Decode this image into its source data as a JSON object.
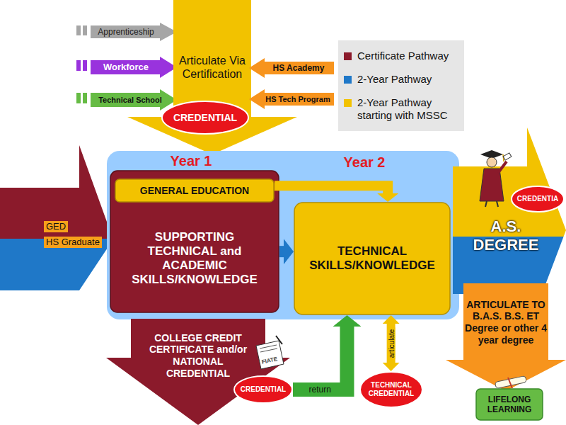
{
  "diagram": {
    "nodes": [
      {
        "text": [
          "Apprenticeship"
        ]
      },
      {
        "text": [
          "Workforce"
        ]
      },
      {
        "text": [
          "Technical School"
        ]
      },
      {
        "text": [
          "Articulate Via Certification"
        ]
      },
      {
        "text": [
          "HS Academy"
        ]
      },
      {
        "text": [
          "HS Tech Program"
        ]
      },
      {
        "text": [
          "CREDENTIAL"
        ]
      },
      {
        "text": [
          "GED",
          "HS Graduate"
        ]
      },
      {
        "text": [
          "Year 1",
          "Year 2"
        ]
      },
      {
        "text": [
          "SUPPORTING TECHNICAL and ACADEMIC SKILLS/KNOWLEDGE"
        ],
        "in": 8
      },
      {
        "text": [
          "GENERAL EDUCATION"
        ],
        "in": 9
      },
      {
        "text": [
          "TECHNICAL SKILLS/KNOWLEDGE"
        ],
        "in": 8
      },
      {
        "text": [
          "A.S. DEGREE"
        ]
      },
      {
        "text": [
          "CREDENTIA"
        ]
      },
      {
        "text": [
          "ARTICULATE TO B.A.S. B.S. ET Degree or other 4 year degree"
        ]
      },
      {
        "text": [
          "LIFELONG LEARNING"
        ]
      },
      {
        "text": [
          "COLLEGE CREDIT CERTIFICATE and/or NATIONAL CREDENTIAL"
        ]
      },
      {
        "text": [
          "CREDENTIAL"
        ]
      },
      {
        "text": [
          "TECHNICAL CREDENTIAL"
        ]
      }
    ],
    "edges": [
      {
        "from": 9,
        "to": 11,
        "arrow": "to"
      },
      {
        "from": 10,
        "to": 11,
        "arrow": "to"
      },
      {
        "from": 17,
        "to": 11,
        "label": "return",
        "arrow": "to"
      },
      {
        "from": 11,
        "to": 18,
        "label": "articulate",
        "arrow": "both"
      }
    ],
    "labels": [
      "FIATE"
    ],
    "legend": [
      {
        "text": "Certificate Pathway",
        "color": "#8b1a2b"
      },
      {
        "text": "2-Year Pathway",
        "color": "#1f78c8"
      },
      {
        "text": "2-Year Pathway starting with MSSC",
        "color": "#f2c200"
      }
    ]
  }
}
